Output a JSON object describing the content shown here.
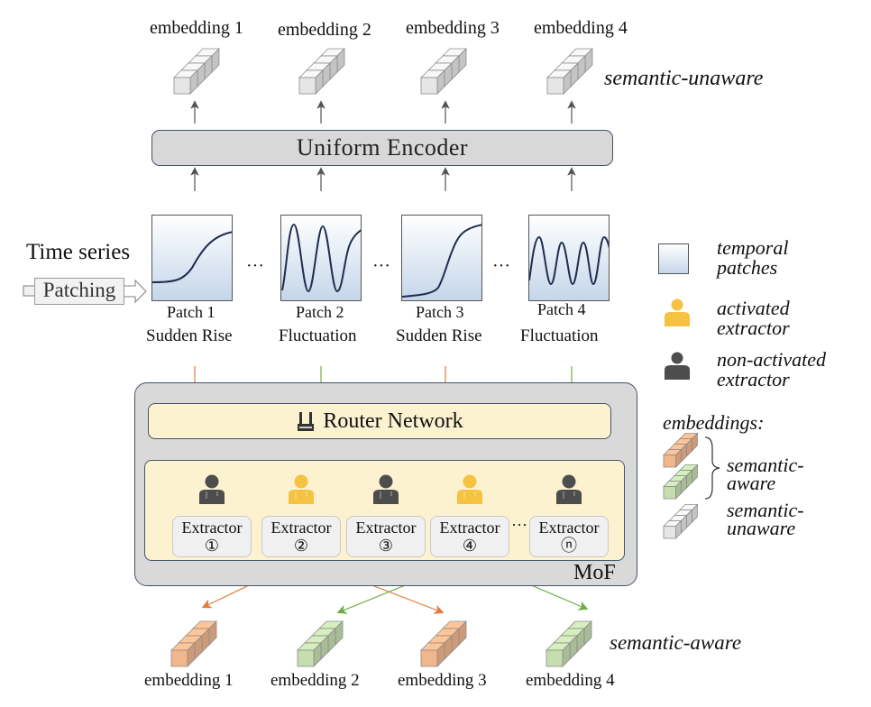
{
  "top": {
    "embeddings": [
      "embedding 1",
      "embedding 2",
      "embedding 3",
      "embedding 4"
    ],
    "tag": "semantic-unaware"
  },
  "encoder": {
    "label": "Uniform Encoder"
  },
  "input": {
    "title": "Time series",
    "patching_label": "Patching"
  },
  "patches": [
    {
      "name": "Patch 1",
      "type": "Sudden Rise",
      "shape": "rise-gentle",
      "route_color": "orange"
    },
    {
      "name": "Patch 2",
      "type": "Fluctuation",
      "shape": "wave-3",
      "route_color": "green"
    },
    {
      "name": "Patch 3",
      "type": "Sudden Rise",
      "shape": "rise-steep",
      "route_color": "orange"
    },
    {
      "name": "Patch 4",
      "type": "Fluctuation",
      "shape": "wave-4",
      "route_color": "green"
    }
  ],
  "ellipsis": "···",
  "mof": {
    "label": "MoF",
    "router_label": "Router Network",
    "extractors": [
      {
        "label": "Extractor",
        "index": "①",
        "active": false
      },
      {
        "label": "Extractor",
        "index": "②",
        "active": true
      },
      {
        "label": "Extractor",
        "index": "③",
        "active": false
      },
      {
        "label": "Extractor",
        "index": "④",
        "active": true
      },
      {
        "label": "Extractor",
        "index": "ⓝ",
        "active": false
      }
    ]
  },
  "bottom": {
    "embeddings": [
      "embedding 1",
      "embedding 2",
      "embedding 3",
      "embedding 4"
    ],
    "colors": [
      "orange",
      "green",
      "orange",
      "green"
    ],
    "tag": "semantic-aware"
  },
  "legend": {
    "temporal_patches": "temporal\npatches",
    "activated": "activated\nextractor",
    "non_activated": "non-activated\nextractor",
    "embeddings_title": "embeddings:",
    "semantic_aware": "semantic-\naware",
    "semantic_unaware": "semantic-\nunaware"
  },
  "colors": {
    "orange": "#e07b39",
    "green": "#70ad47",
    "active": "#f5c242",
    "inactive": "#4d4d4d",
    "cube_orange": "#f2b68d",
    "cube_green": "#c6ddb0",
    "cube_gray": "#e6e6e6"
  }
}
